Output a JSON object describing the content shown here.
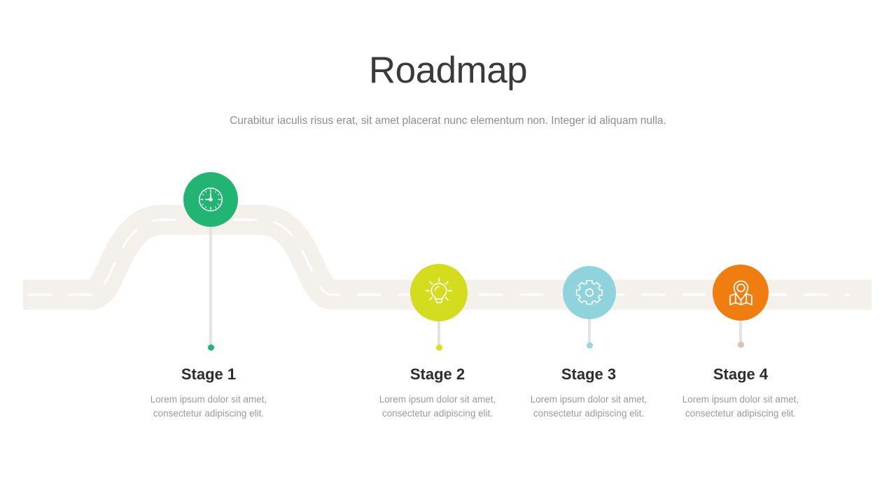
{
  "slide": {
    "title": "Roadmap",
    "subtitle": "Curabitur iaculis risus erat, sit amet placerat nunc elementum non. Integer id aliquam nulla."
  },
  "theme": {
    "background": "#ffffff",
    "road_fill": "#f4f0ec",
    "road_dash": "#ffffff",
    "stem_color": "#e3e3e1",
    "title_color": "#3a3a3a",
    "subtitle_color": "#8c8c8c",
    "stage_title_color": "#2d2d2d",
    "stage_desc_color": "#9a9a9a"
  },
  "stages": [
    {
      "label": "Stage 1",
      "description": "Lorem ipsum dolor sit amet, consectetur adipiscing elit.",
      "icon": "clock-icon",
      "color": "#22b473",
      "dot_color": "#22b473"
    },
    {
      "label": "Stage 2",
      "description": "Lorem ipsum dolor sit amet, consectetur adipiscing elit.",
      "icon": "lightbulb-icon",
      "color": "#d4dc1e",
      "dot_color": "#d8e01f"
    },
    {
      "label": "Stage 3",
      "description": "Lorem ipsum dolor sit amet, consectetur adipiscing elit.",
      "icon": "gear-icon",
      "color": "#8fd4dd",
      "dot_color": "#9ad8e0"
    },
    {
      "label": "Stage 4",
      "description": "Lorem ipsum dolor sit amet, consectetur adipiscing elit.",
      "icon": "map-pin-icon",
      "color": "#ef7d10",
      "dot_color": "#d9c3b4"
    }
  ]
}
